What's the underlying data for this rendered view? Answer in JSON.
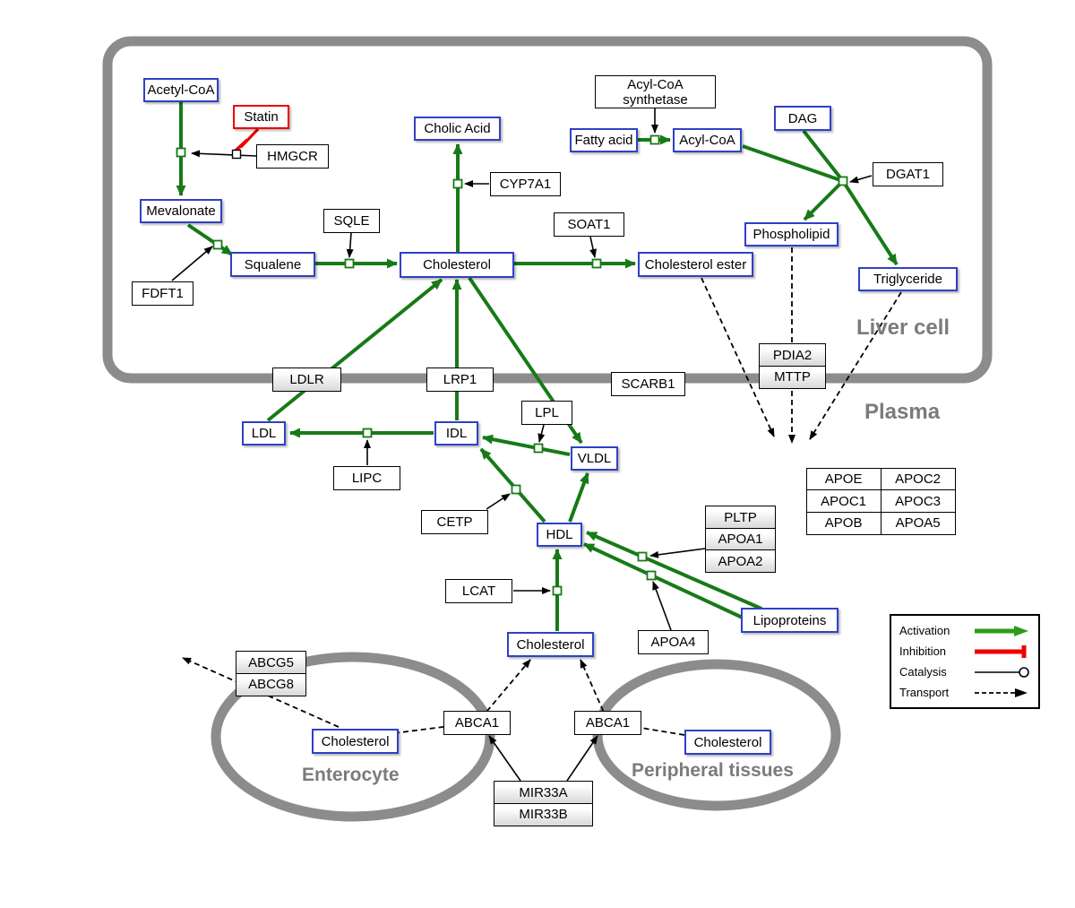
{
  "regions": {
    "liver": "Liver cell",
    "plasma": "Plasma",
    "enterocyte": "Enterocyte",
    "peripheral": "Peripheral tissues"
  },
  "nodes": {
    "acetyl_coa": "Acetyl-CoA",
    "statin": "Statin",
    "hmgcr": "HMGCR",
    "mevalonate": "Mevalonate",
    "fdft1": "FDFT1",
    "squalene": "Squalene",
    "sqle": "SQLE",
    "cholesterol_liver": "Cholesterol",
    "cholic_acid": "Cholic Acid",
    "cyp7a1": "CYP7A1",
    "soat1": "SOAT1",
    "cholesterol_ester": "Cholesterol ester",
    "acyl_coa_synthetase": "Acyl-CoA synthetase",
    "fatty_acid": "Fatty acid",
    "acyl_coa": "Acyl-CoA",
    "dag": "DAG",
    "dgat1": "DGAT1",
    "phospholipid": "Phospholipid",
    "triglyceride": "Triglyceride",
    "pdia2": "PDIA2",
    "mttp": "MTTP",
    "ldlr": "LDLR",
    "lrp1": "LRP1",
    "scarb1": "SCARB1",
    "ldl": "LDL",
    "idl": "IDL",
    "lipc": "LIPC",
    "lpl": "LPL",
    "vldl": "VLDL",
    "cetp": "CETP",
    "hdl": "HDL",
    "pltp": "PLTP",
    "apoa1": "APOA1",
    "apoa2": "APOA2",
    "apoe": "APOE",
    "apoc2": "APOC2",
    "apoc1": "APOC1",
    "apoc3": "APOC3",
    "apob": "APOB",
    "apoa5": "APOA5",
    "lcat": "LCAT",
    "lipoproteins": "Lipoproteins",
    "apoa4": "APOA4",
    "cholesterol_plasma": "Cholesterol",
    "abcg5": "ABCG5",
    "abcg8": "ABCG8",
    "cholesterol_enterocyte": "Cholesterol",
    "abca1_left": "ABCA1",
    "abca1_right": "ABCA1",
    "cholesterol_peripheral": "Cholesterol",
    "mir33a": "MIR33A",
    "mir33b": "MIR33B"
  },
  "legend": {
    "activation": "Activation",
    "inhibition": "Inhibition",
    "catalysis": "Catalysis",
    "transport": "Transport"
  },
  "colors": {
    "metabolite_border": "#2e41c6",
    "activation_green": "#177a17",
    "inhibition_red": "#ee0000",
    "membrane_gray": "#8c8c8c",
    "region_label_gray": "#7b7b7b"
  },
  "edges": [
    {
      "type": "activation",
      "from": "Acetyl-CoA",
      "to": "Mevalonate",
      "catalyst": "HMGCR"
    },
    {
      "type": "inhibition",
      "from": "Statin",
      "to": "HMGCR"
    },
    {
      "type": "activation",
      "from": "Mevalonate",
      "to": "Squalene",
      "catalyst": "FDFT1"
    },
    {
      "type": "activation",
      "from": "Squalene",
      "to": "Cholesterol",
      "catalyst": "SQLE"
    },
    {
      "type": "activation",
      "from": "Cholesterol",
      "to": "Cholic Acid",
      "catalyst": "CYP7A1"
    },
    {
      "type": "activation",
      "from": "Cholesterol",
      "to": "Cholesterol ester",
      "catalyst": "SOAT1"
    },
    {
      "type": "activation",
      "from": "Fatty acid",
      "to": "Acyl-CoA",
      "catalyst": "Acyl-CoA synthetase"
    },
    {
      "type": "activation",
      "from": "Acyl-CoA",
      "to": "Triglyceride",
      "catalyst": "DGAT1"
    },
    {
      "type": "activation",
      "from": "DAG",
      "to": "Triglyceride",
      "catalyst": "DGAT1"
    },
    {
      "type": "activation",
      "from": "Acyl-CoA",
      "to": "Phospholipid"
    },
    {
      "type": "activation",
      "from": "LDL",
      "to": "Cholesterol",
      "via": "LDLR"
    },
    {
      "type": "activation",
      "from": "IDL",
      "to": "Cholesterol",
      "via": "LRP1"
    },
    {
      "type": "activation",
      "from": "Cholesterol",
      "to": "VLDL"
    },
    {
      "type": "activation",
      "from": "VLDL",
      "to": "IDL",
      "catalyst": "LPL"
    },
    {
      "type": "activation",
      "from": "IDL",
      "to": "LDL",
      "catalyst": "LIPC"
    },
    {
      "type": "activation",
      "from": "HDL",
      "to": "IDL",
      "catalyst": "CETP"
    },
    {
      "type": "activation",
      "from": "HDL",
      "to": "VLDL"
    },
    {
      "type": "activation",
      "from": "Lipoproteins",
      "to": "HDL",
      "catalyst": "PLTP/APOA1/APOA2"
    },
    {
      "type": "activation",
      "from": "Lipoproteins",
      "to": "HDL",
      "catalyst": "APOA4"
    },
    {
      "type": "activation",
      "from": "Cholesterol (plasma)",
      "to": "HDL",
      "catalyst": "LCAT"
    },
    {
      "type": "transport",
      "from": "Cholesterol ester",
      "to": "plasma"
    },
    {
      "type": "transport",
      "from": "Phospholipid",
      "to": "plasma",
      "via": "PDIA2/MTTP"
    },
    {
      "type": "transport",
      "from": "Triglyceride",
      "to": "plasma"
    },
    {
      "type": "transport",
      "from": "Cholesterol (enterocyte)",
      "to": "extracellular",
      "via": "ABCG5/ABCG8"
    },
    {
      "type": "transport",
      "from": "Cholesterol (enterocyte)",
      "to": "Cholesterol (plasma)",
      "via": "ABCA1"
    },
    {
      "type": "transport",
      "from": "Cholesterol (peripheral)",
      "to": "Cholesterol (plasma)",
      "via": "ABCA1"
    },
    {
      "type": "catalysis",
      "from": "MIR33A/MIR33B",
      "to": "ABCA1"
    }
  ]
}
